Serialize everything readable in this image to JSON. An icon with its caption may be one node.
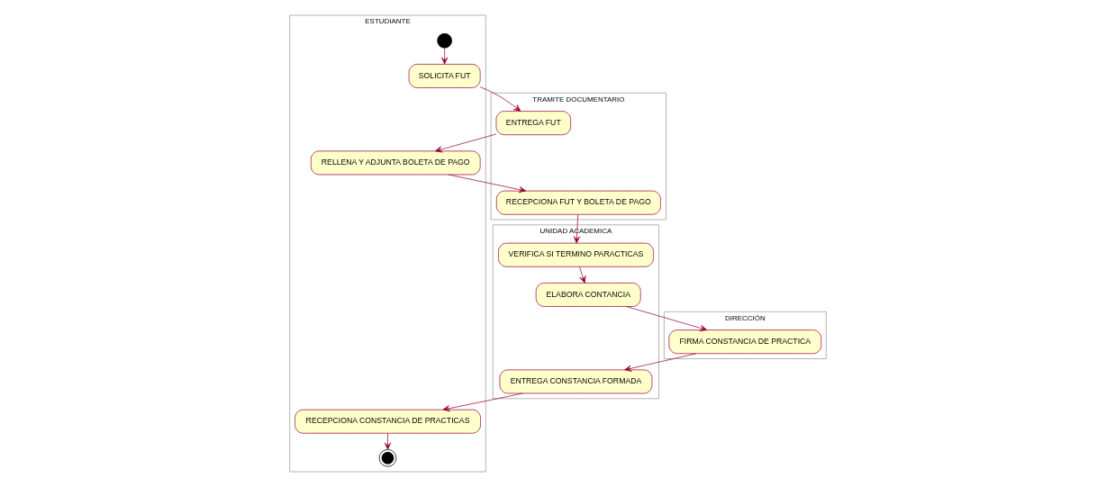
{
  "diagram": {
    "nodes": [
      {
        "text": [
          "ESTUDIANTE"
        ]
      },
      {
        "text": [
          "TRAMITE DOCUMENTARIO"
        ]
      },
      {
        "text": [
          "UNIDAD ACADEMICA"
        ]
      },
      {
        "text": [
          "DIRECCIÓN"
        ]
      },
      {
        "text": [],
        "shape": "circle",
        "in": 0
      },
      {
        "text": [
          "SOLICITA FUT"
        ],
        "in": 0
      },
      {
        "text": [
          "ENTREGA FUT"
        ],
        "in": 1
      },
      {
        "text": [
          "RELLENA Y ADJUNTA BOLETA DE PAGO"
        ],
        "in": 0
      },
      {
        "text": [
          "RECEPCIONA FUT Y BOLETA DE PAGO"
        ],
        "in": 1
      },
      {
        "text": [
          "VERIFICA SI TERMINO PARACTICAS"
        ],
        "in": 2
      },
      {
        "text": [
          "ELABORA CONTANCIA"
        ],
        "in": 2
      },
      {
        "text": [
          "FIRMA CONSTANCIA DE PRACTICA"
        ],
        "in": 3
      },
      {
        "text": [
          "ENTREGA CONSTANCIA FORMADA"
        ],
        "in": 2
      },
      {
        "text": [
          "RECEPCIONA CONSTANCIA DE PRACTICAS"
        ],
        "in": 0
      },
      {
        "text": [],
        "shape": "circle",
        "in": 0
      }
    ],
    "edges": [
      {
        "from": 4,
        "to": 5,
        "arrow": "to"
      },
      {
        "from": 5,
        "to": 6,
        "arrow": "to"
      },
      {
        "from": 6,
        "to": 7,
        "arrow": "to"
      },
      {
        "from": 7,
        "to": 8,
        "arrow": "to"
      },
      {
        "from": 8,
        "to": 9,
        "arrow": "to"
      },
      {
        "from": 9,
        "to": 10,
        "arrow": "to"
      },
      {
        "from": 10,
        "to": 11,
        "arrow": "to"
      },
      {
        "from": 11,
        "to": 12,
        "arrow": "to"
      },
      {
        "from": 12,
        "to": 13,
        "arrow": "to"
      },
      {
        "from": 13,
        "to": 14,
        "arrow": "to"
      }
    ]
  }
}
